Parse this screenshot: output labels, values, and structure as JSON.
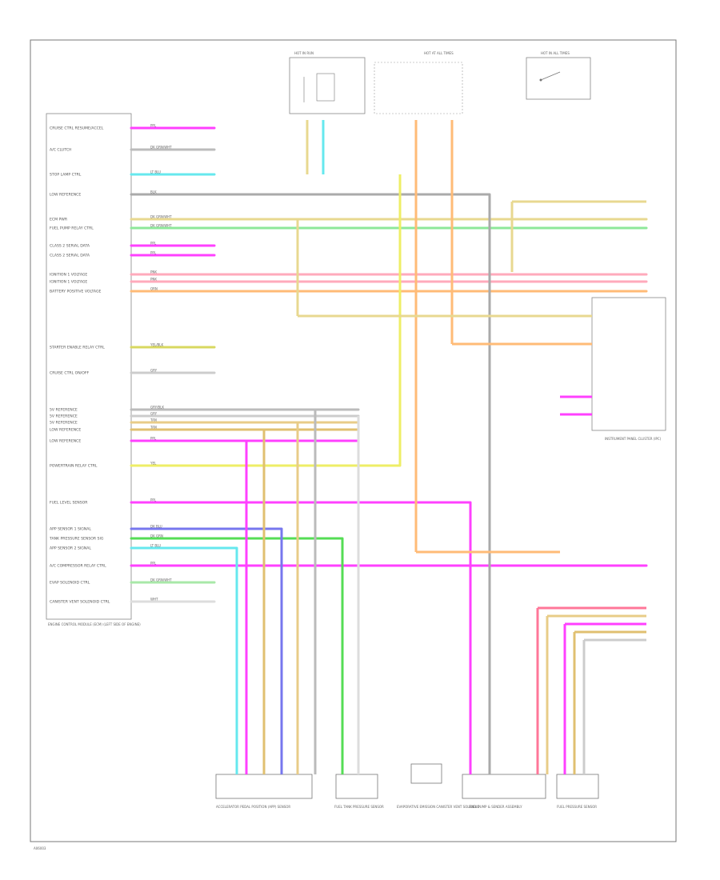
{
  "diagram": {
    "footer_code": "A06003",
    "pcm_pins": [
      {
        "label": "CRUISE CTRL RESUME/ACCEL",
        "wire": "PPL",
        "color": "#ff40ff"
      },
      {
        "label": "A/C CLUTCH",
        "wire": "DK GRN/WHT",
        "color": "#bbbbbb"
      },
      {
        "label": "STOP LAMP CTRL",
        "wire": "LT BLU",
        "color": "#66e8ee"
      },
      {
        "label": "LOW REFERENCE",
        "wire": "BLK",
        "color": "#aaaaaa"
      },
      {
        "label": "ECM PWR",
        "wire": "DK GRN/WHT",
        "color": "#e8d890"
      },
      {
        "label": "FUEL PUMP RELAY CTRL",
        "wire": "DK GRN/WHT",
        "color": "#8ee89a"
      },
      {
        "label": "CLASS 2 SERIAL DATA",
        "wire": "PPL",
        "color": "#ff40ff"
      },
      {
        "label": "CLASS 2 SERIAL DATA",
        "wire": "PPL",
        "color": "#ff40ff"
      },
      {
        "label": "IGNITION 1 VOLTAGE",
        "wire": "PNK",
        "color": "#ffaabb"
      },
      {
        "label": "IGNITION 1 VOLTAGE",
        "wire": "PNK",
        "color": "#ffaabb"
      },
      {
        "label": "BATTERY POSITIVE VOLTAGE",
        "wire": "ORN",
        "color": "#ffbb77"
      },
      {
        "label": "STARTER ENABLE RELAY CTRL",
        "wire": "YEL/BLK",
        "color": "#d8d860"
      },
      {
        "label": "CRUISE CTRL ON/OFF",
        "wire": "GRY",
        "color": "#cccccc"
      },
      {
        "label": "5V REFERENCE",
        "wire": "GRY/BLK",
        "color": "#bbbbbb"
      },
      {
        "label": "5V REFERENCE",
        "wire": "GRY",
        "color": "#cccccc"
      },
      {
        "label": "5V REFERENCE",
        "wire": "TAN",
        "color": "#e8cc88"
      },
      {
        "label": "LOW REFERENCE",
        "wire": "TAN",
        "color": "#e0c070"
      },
      {
        "label": "LOW REFERENCE",
        "wire": "PPL",
        "color": "#ff40ff"
      },
      {
        "label": "POWERTRAIN RELAY CTRL",
        "wire": "YEL",
        "color": "#eeee66"
      },
      {
        "label": "FUEL LEVEL SENSOR",
        "wire": "PPL",
        "color": "#ff40ff"
      },
      {
        "label": "APP SENSOR 1 SIGNAL",
        "wire": "DK BLU",
        "color": "#7777ee"
      },
      {
        "label": "TANK PRESSURE SENSOR SIG",
        "wire": "DK GRN",
        "color": "#55dd55"
      },
      {
        "label": "APP SENSOR 2 SIGNAL",
        "wire": "LT BLU",
        "color": "#66e8ee"
      },
      {
        "label": "A/C COMPRESSOR RELAY CTRL",
        "wire": "PPL",
        "color": "#ff40ff"
      },
      {
        "label": "EVAP SOLENOID CTRL",
        "wire": "DK GRN/WHT",
        "color": "#a8e8a8"
      },
      {
        "label": "CANISTER VENT SOLENOID CTRL",
        "wire": "WHT",
        "color": "#dddddd"
      }
    ],
    "pcm_caption": "ENGINE CONTROL MODULE (ECM) (LEFT SIDE OF ENGINE)",
    "components": [
      {
        "label": "ACCELERATOR PEDAL POSITION (APP) SENSOR"
      },
      {
        "label": "FUEL TANK PRESSURE SENSOR"
      },
      {
        "label": "EVAPORATIVE EMISSION CANISTER VENT SOLENOID"
      },
      {
        "label": "FUEL PUMP & SENDER ASSEMBLY"
      },
      {
        "label": "FUEL PRESSURE SENSOR"
      },
      {
        "label": "INSTRUMENT PANEL CLUSTER (IPC)"
      }
    ],
    "top_fuses": [
      {
        "label": "HOT IN RUN"
      },
      {
        "label": "HOT AT ALL TIMES"
      },
      {
        "label": "HOT IN ALL TIMES"
      }
    ]
  }
}
